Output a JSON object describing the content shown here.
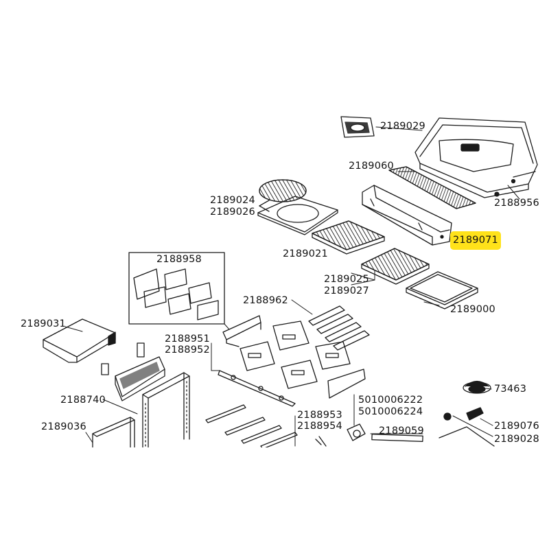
{
  "colors": {
    "line": "#1a1a1a",
    "highlight": "#ffe21a",
    "background": "#ffffff"
  },
  "highlighted_part": "2189071",
  "labels": {
    "p2189029": "2189029",
    "p2189060": "2189060",
    "p2188956": "2188956",
    "p2189024": "2189024",
    "p2189026": "2189026",
    "p2189071": "2189071",
    "p2189021": "2189021",
    "p2189025": "2189025",
    "p2189027": "2189027",
    "p2188958": "2188958",
    "p2188962": "2188962",
    "p2189000": "2189000",
    "p2189031": "2189031",
    "p2188951": "2188951",
    "p2188952": "2188952",
    "p2188740": "2188740",
    "p5010006222": "5010006222",
    "p5010006224": "5010006224",
    "p73463": "73463",
    "p2189036": "2189036",
    "p2188953": "2188953",
    "p2188954": "2188954",
    "p2189059": "2189059",
    "p2189076": "2189076",
    "p2189028": "2189028"
  }
}
